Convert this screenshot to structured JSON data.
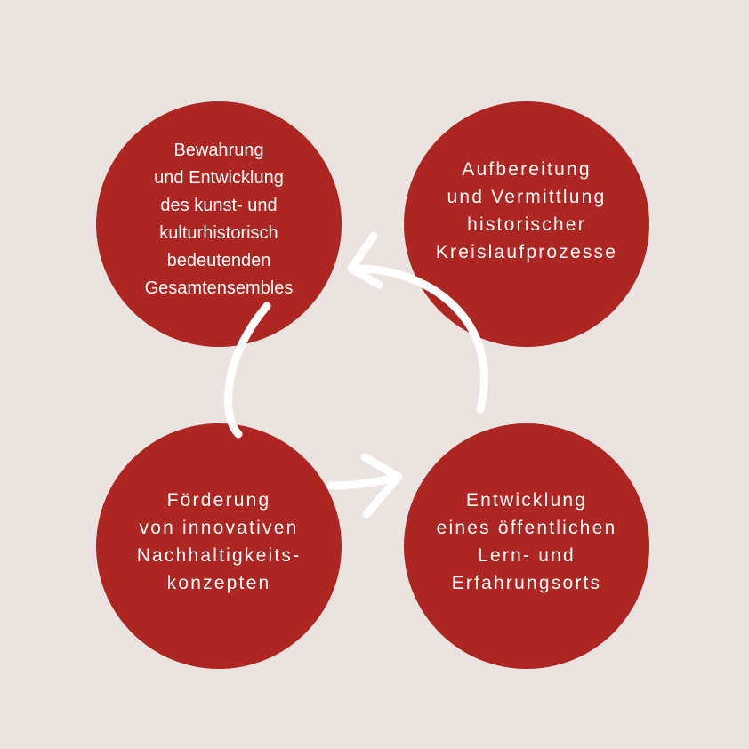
{
  "colors": {
    "background": "#ebe3e0",
    "circle_fill": "#ad2622",
    "text": "#ffffff",
    "arrow": "#ffffff"
  },
  "nodes": {
    "top_left": {
      "label": "Bewahrung\nund Entwicklung\ndes kunst- und\nkulturhistorisch\nbedeutenden\nGesamtensembles"
    },
    "top_right": {
      "label": "Aufbereitung\nund Vermittlung\nhistorischer\nKreislaufprozesse"
    },
    "bottom_left": {
      "label": "Förderung\nvon innovativen\nNachhaltigkeits-\nkonzepten"
    },
    "bottom_right": {
      "label": "Entwicklung\neines öffentlichen\nLern- und\nErfahrungsorts"
    }
  }
}
